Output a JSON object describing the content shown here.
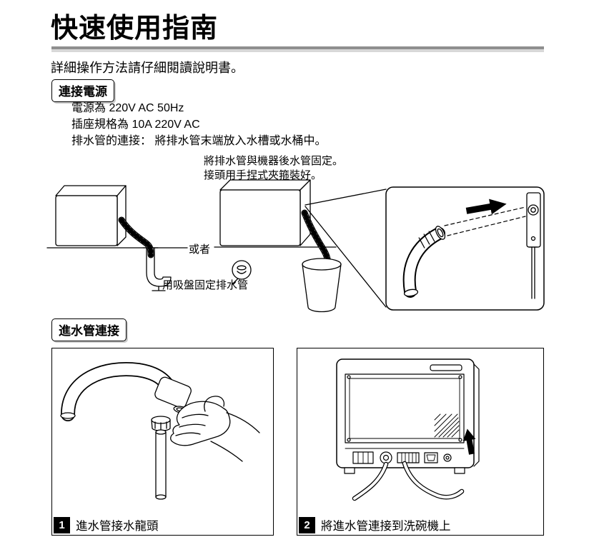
{
  "page": {
    "title": "快速使用指南",
    "intro": "詳細操作方法請仔細閱讀說明書。"
  },
  "power": {
    "heading": "連接電源",
    "line1": "電源為 220V AC 50Hz",
    "line2": "插座規格為 10A 220V AC",
    "line3": "排水管的連接： 將排水管末端放入水槽或水桶中。",
    "note_line1": "將排水管與機器後水管固定。",
    "note_line2": "接頭用手捏式夾箍裝好。",
    "or_label": "或者",
    "suction_label": "用吸盤固定排水管"
  },
  "inlet": {
    "heading": "進水管連接",
    "step1": {
      "number": "1",
      "caption": "進水管接水龍頭"
    },
    "step2": {
      "number": "2",
      "caption": "將進水管連接到洗碗機上"
    }
  },
  "colors": {
    "ink": "#000000",
    "divider_dark": "#8f8f8f",
    "divider_light": "#d8d8d8"
  }
}
